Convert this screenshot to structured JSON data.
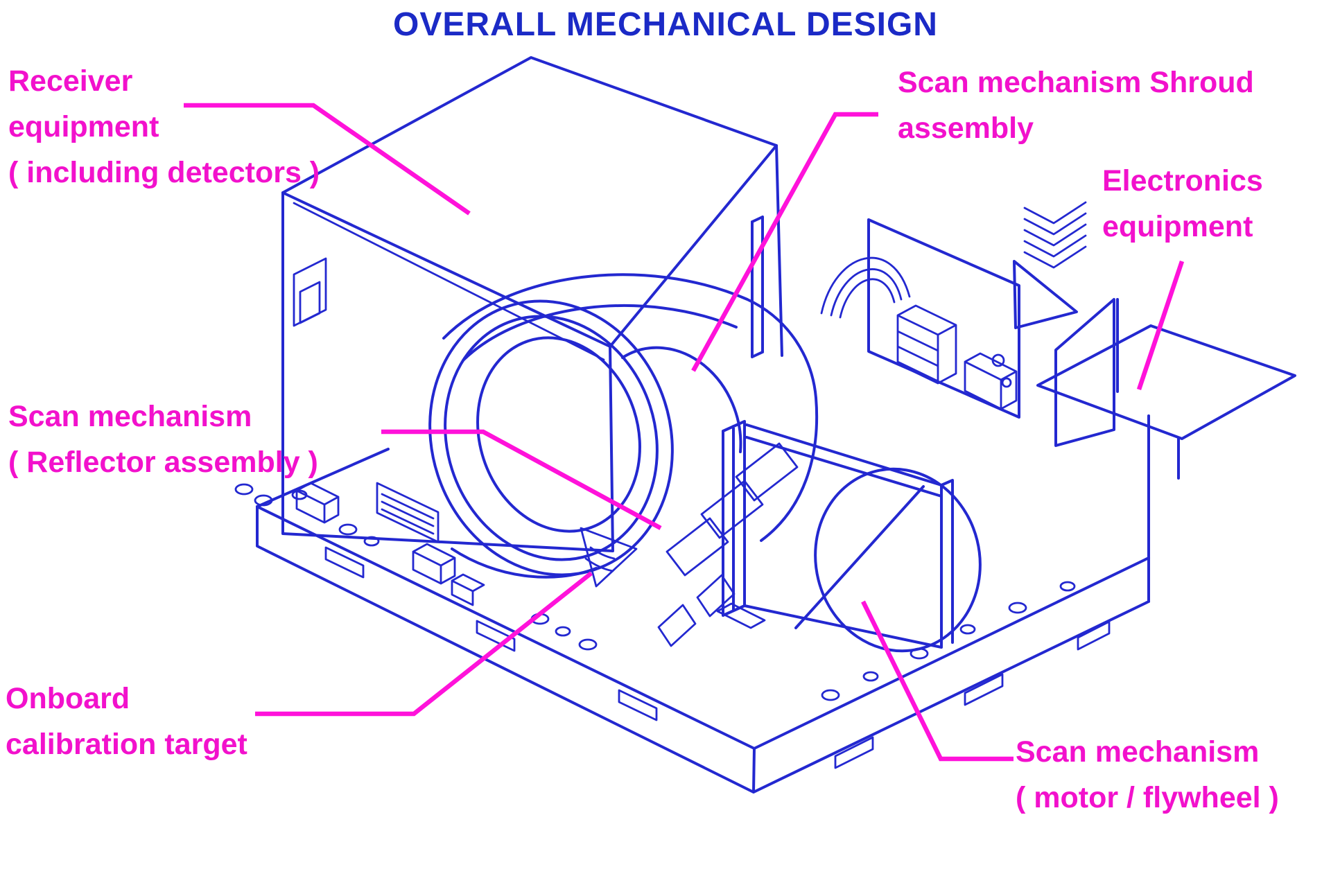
{
  "title": "OVERALL MECHANICAL DESIGN",
  "colors": {
    "background": "#ffffff",
    "title_blue": "#1b2ac6",
    "drawing_line_blue": "#2328d0",
    "label_magenta": "#f211cc",
    "leader_line_magenta": "#ff12da"
  },
  "labels": {
    "receiver": {
      "lines": [
        "Receiver",
        "equipment",
        "( including detectors )"
      ]
    },
    "shroud": {
      "lines": [
        "Scan mechanism Shroud",
        "assembly"
      ]
    },
    "electronics": {
      "lines": [
        "Electronics",
        "equipment"
      ]
    },
    "reflector": {
      "lines": [
        "Scan mechanism",
        "( Reflector assembly )"
      ]
    },
    "calibration": {
      "lines": [
        "Onboard",
        "calibration target"
      ]
    },
    "motor": {
      "lines": [
        "Scan mechanism",
        "( motor / flywheel )"
      ]
    }
  },
  "diagram": {
    "type": "isometric CAD line drawing",
    "subject": "overall mechanical design of a scanning instrument",
    "parts": [
      "receiver equipment box",
      "scan mechanism shroud assembly",
      "electronics equipment",
      "scan mechanism reflector assembly",
      "onboard calibration target",
      "scan mechanism motor / flywheel",
      "baseplate with mounting holes and slots"
    ]
  }
}
